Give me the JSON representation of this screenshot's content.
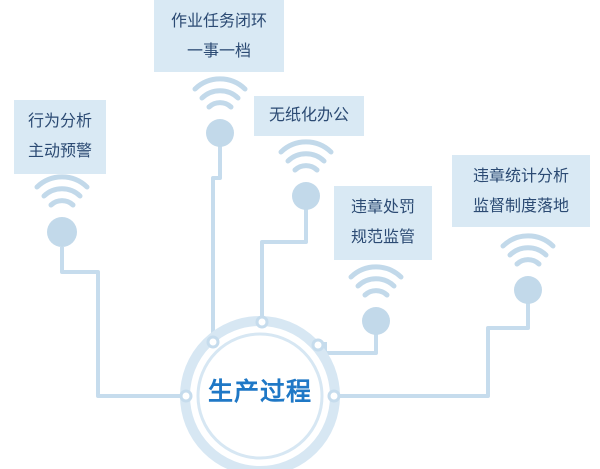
{
  "center": {
    "label": "生产过程"
  },
  "nodes": [
    {
      "id": "behavior",
      "line1": "行为分析",
      "line2": "主动预警"
    },
    {
      "id": "task",
      "line1": "作业任务闭环",
      "line2": "一事一档"
    },
    {
      "id": "paperless",
      "line1": "无纸化办公",
      "line2": ""
    },
    {
      "id": "violation",
      "line1": "违章处罚",
      "line2": "规范监管"
    },
    {
      "id": "statistics",
      "line1": "违章统计分析",
      "line2": "监督制度落地"
    }
  ],
  "colors": {
    "line": "#c6dced",
    "icon": "#c2d9ea",
    "box_bg": "#d9e9f4",
    "box_text": "#2b4a73",
    "center_text": "#1f78c6",
    "center_ring": "#d7e7f3"
  },
  "icons": [
    "wifi-signal-icon",
    "wifi-signal-icon",
    "wifi-signal-icon",
    "wifi-signal-icon",
    "wifi-signal-icon"
  ]
}
